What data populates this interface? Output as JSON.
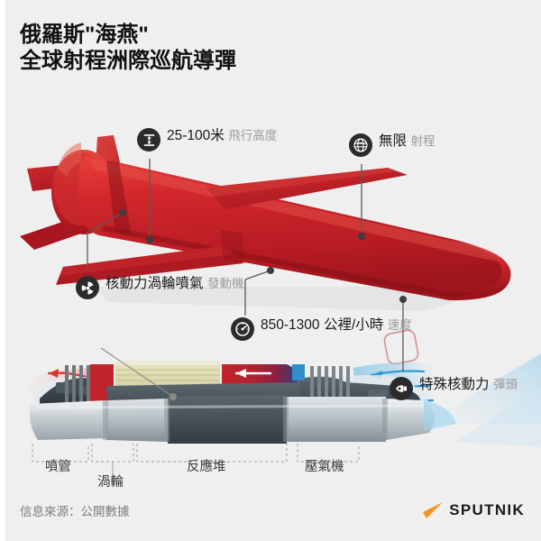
{
  "page": {
    "background_color": "#efefef",
    "title_color": "#111111",
    "accent_red": "#c8202a",
    "accent_blue": "#57b7e8",
    "badge_color": "#2b2b2b",
    "muted_text_color": "#9b9b9b"
  },
  "header": {
    "title_line1": "俄羅斯\"海燕\"",
    "title_line2": "全球射程洲際巡航導彈"
  },
  "callouts": [
    {
      "id": "flight-altitude",
      "icon": "altitude-icon",
      "value": "25-100米",
      "label": "飛行高度"
    },
    {
      "id": "range",
      "icon": "globe-icon",
      "value": "無限",
      "label": "射程"
    },
    {
      "id": "engine",
      "icon": "radiation-icon",
      "value": "核動力渦輪噴氣",
      "label": "發動機"
    },
    {
      "id": "speed",
      "icon": "speedometer-icon",
      "value_line1": "850-1300",
      "value_line2": "公裡/小時",
      "label": "速度"
    },
    {
      "id": "warhead",
      "icon": "warhead-icon",
      "value": "特殊核動力",
      "label": "彈頭"
    }
  ],
  "cutaway_parts": [
    {
      "id": "nozzle",
      "label": "噴管"
    },
    {
      "id": "turbine",
      "label": "渦輪"
    },
    {
      "id": "reactor",
      "label": "反應堆"
    },
    {
      "id": "compressor",
      "label": "壓氣機"
    }
  ],
  "footer": {
    "source": "信息來源：公開數據",
    "logo_word": "SPUTNIK",
    "logo_mark_color": "#f7941d"
  }
}
